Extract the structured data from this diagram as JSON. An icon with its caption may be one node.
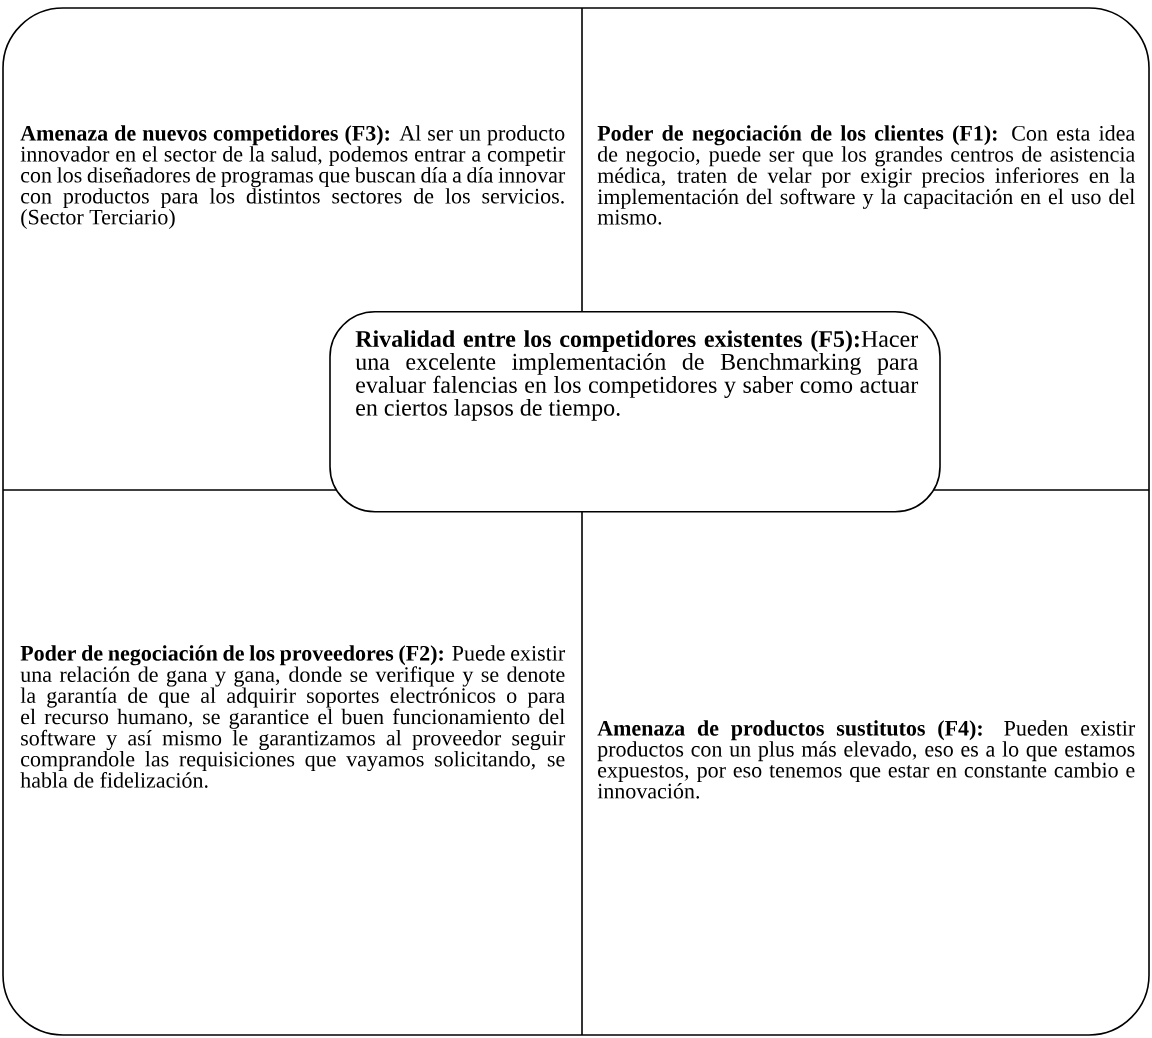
{
  "diagram": {
    "nodes": [
      {
        "text": [
          "Amenaza de nuevos competidores (F3):",
          "Al ser un producto innovador en el sector de la salud, podemos entrar a competir con los diseñadores de programas que buscan día a día innovar con productos para los distintos sectores de los servicios. (Sector Terciario)"
        ]
      },
      {
        "text": [
          "Poder de negociación de los clientes (F1):",
          "Con esta idea de negocio, puede ser que los grandes centros de asistencia médica, traten de velar por exigir precios inferiores en la implementación del software y la capacitación en el uso del mismo."
        ]
      },
      {
        "text": [
          "Rivalidad entre los competidores existentes (F5):",
          "Hacer una excelente implementación de Benchmarking para evaluar falencias en los competidores y saber como actuar en ciertos lapsos de tiempo."
        ]
      },
      {
        "text": [
          "Poder de negociación de los proveedores (F2):",
          "Puede existir una relación de gana y gana, donde se verifique y se denote la garantía de que al adquirir soportes electrónicos o para el recurso humano, se garantice el buen funcionamiento del software y así mismo le garantizamos al proveedor seguir comprandole las requisiciones que vayamos solicitando, se habla de fidelización."
        ]
      },
      {
        "text": [
          "Amenaza de productos sustitutos (F4):",
          "Pueden existir productos con un plus más elevado, eso es a lo que estamos expuestos, por eso tenemos que estar en constante cambio e innovación."
        ]
      }
    ]
  }
}
